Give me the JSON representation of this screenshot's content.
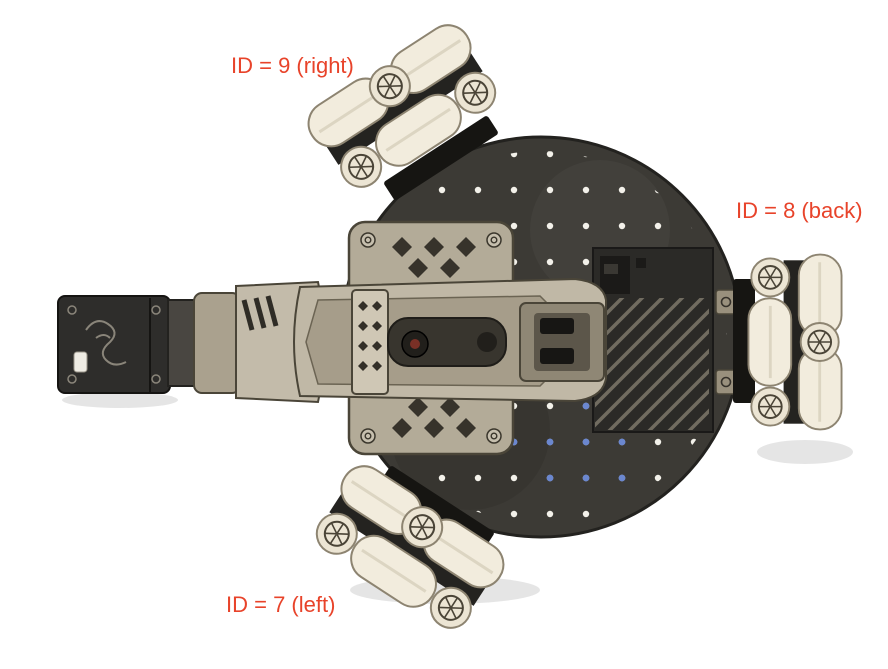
{
  "diagram": {
    "description": "Top view CAD rendering of an omnidirectional mobile robot with a manipulator arm, annotated with wheel motor IDs",
    "label_color": "#e8432a",
    "wheel_labels": [
      {
        "text": "ID = 9 (right)",
        "wheel_position": "top-left"
      },
      {
        "text": "ID = 8 (back)",
        "wheel_position": "right"
      },
      {
        "text": "ID = 7 (left)",
        "wheel_position": "bottom-left"
      }
    ],
    "colors": {
      "background": "#ffffff",
      "base_plate": "#3c3a35",
      "chassis_beige": "#bdb5a3",
      "wheel_roller": "#f2ecdd",
      "hole_dots": "#f3f1ea",
      "accent_blue_dots": "#6b87cf",
      "gripper_plate": "#2e2d2b"
    }
  }
}
